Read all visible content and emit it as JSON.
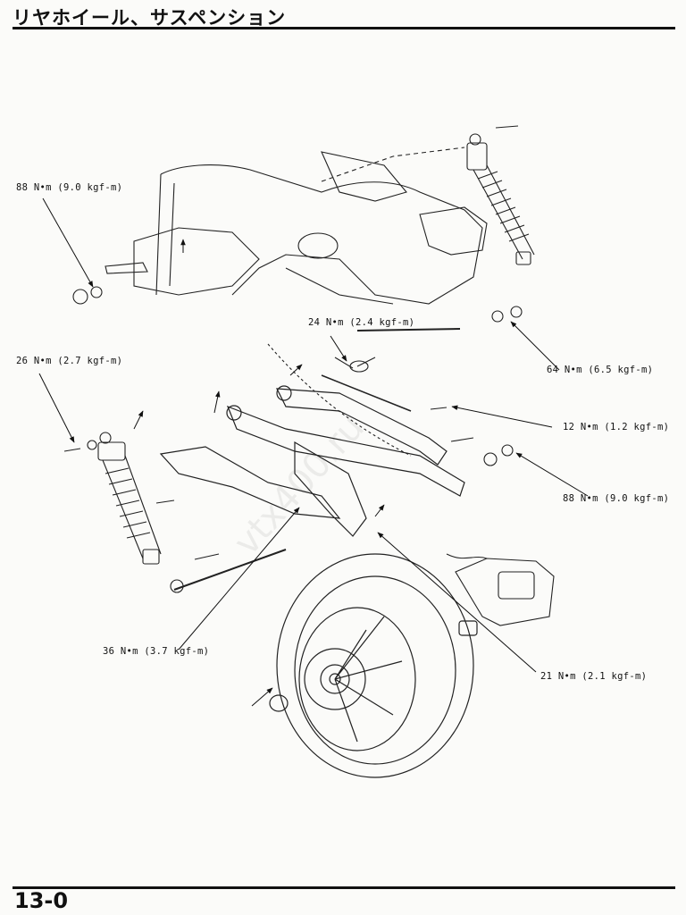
{
  "header": {
    "title": "リヤホイール、サスペンション"
  },
  "footer": {
    "page_number": "13-0"
  },
  "watermark": "vtx400.ru",
  "torque_labels": [
    {
      "id": "nut-88-upper",
      "text": "88 N•m (9.0 kgf-m)"
    },
    {
      "id": "bolt-24",
      "text": "24 N•m (2.4 kgf-m)"
    },
    {
      "id": "bolt-26",
      "text": "26 N•m (2.7 kgf-m)"
    },
    {
      "id": "nut-64",
      "text": "64 N•m (6.5 kgf-m)"
    },
    {
      "id": "bolt-12",
      "text": "12 N•m (1.2 kgf-m)"
    },
    {
      "id": "nut-88-lower",
      "text": "88 N•m (9.0 kgf-m)"
    },
    {
      "id": "bolt-36",
      "text": "36 N•m (3.7 kgf-m)"
    },
    {
      "id": "axle-21",
      "text": "21 N•m (2.1 kgf-m)"
    }
  ]
}
